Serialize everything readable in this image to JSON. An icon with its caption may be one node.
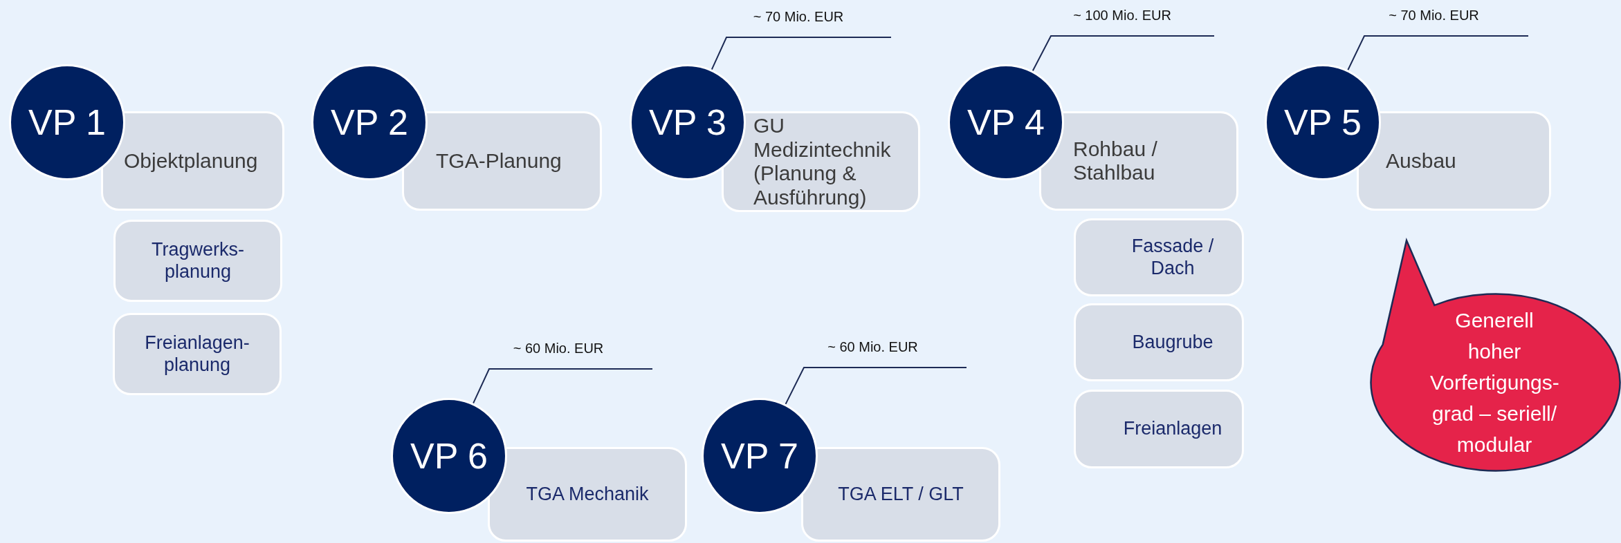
{
  "diagram": {
    "nodes": [
      {
        "text": [
          "VP 1"
        ]
      },
      {
        "text": [
          "Objektplanung"
        ]
      },
      {
        "text": [
          "Tragwerks- planung"
        ]
      },
      {
        "text": [
          "Freianlagen- planung"
        ]
      },
      {
        "text": [
          "VP 2"
        ]
      },
      {
        "text": [
          "TGA-Planung"
        ]
      },
      {
        "text": [
          "~ 70 Mio. EUR"
        ]
      },
      {
        "text": [
          "VP 3"
        ]
      },
      {
        "text": [
          "GU Medizintechnik (Planung & Ausführung)"
        ]
      },
      {
        "text": [
          "~ 100 Mio. EUR"
        ]
      },
      {
        "text": [
          "VP 4"
        ]
      },
      {
        "text": [
          "Rohbau / Stahlbau"
        ]
      },
      {
        "text": [
          "Fassade / Dach"
        ]
      },
      {
        "text": [
          "Baugrube"
        ]
      },
      {
        "text": [
          "Freianlagen"
        ]
      },
      {
        "text": [
          "~ 70 Mio. EUR"
        ]
      },
      {
        "text": [
          "VP 5"
        ]
      },
      {
        "text": [
          "Ausbau"
        ]
      },
      {
        "text": [
          "Generell hoher Vorfertigungs- grad – seriell/ modular"
        ]
      },
      {
        "text": [
          "~ 60 Mio. EUR"
        ]
      },
      {
        "text": [
          "VP 6"
        ]
      },
      {
        "text": [
          "TGA Mechanik"
        ]
      },
      {
        "text": [
          "~ 60 Mio. EUR"
        ]
      },
      {
        "text": [
          "VP 7"
        ]
      },
      {
        "text": [
          "TGA ELT / GLT"
        ]
      }
    ],
    "edges": [
      {
        "from": 6,
        "to": 7,
        "arrow": "none"
      },
      {
        "from": 9,
        "to": 10,
        "arrow": "none"
      },
      {
        "from": 15,
        "to": 16,
        "arrow": "none"
      },
      {
        "from": 19,
        "to": 20,
        "arrow": "none"
      },
      {
        "from": 22,
        "to": 23,
        "arrow": "none"
      }
    ]
  }
}
